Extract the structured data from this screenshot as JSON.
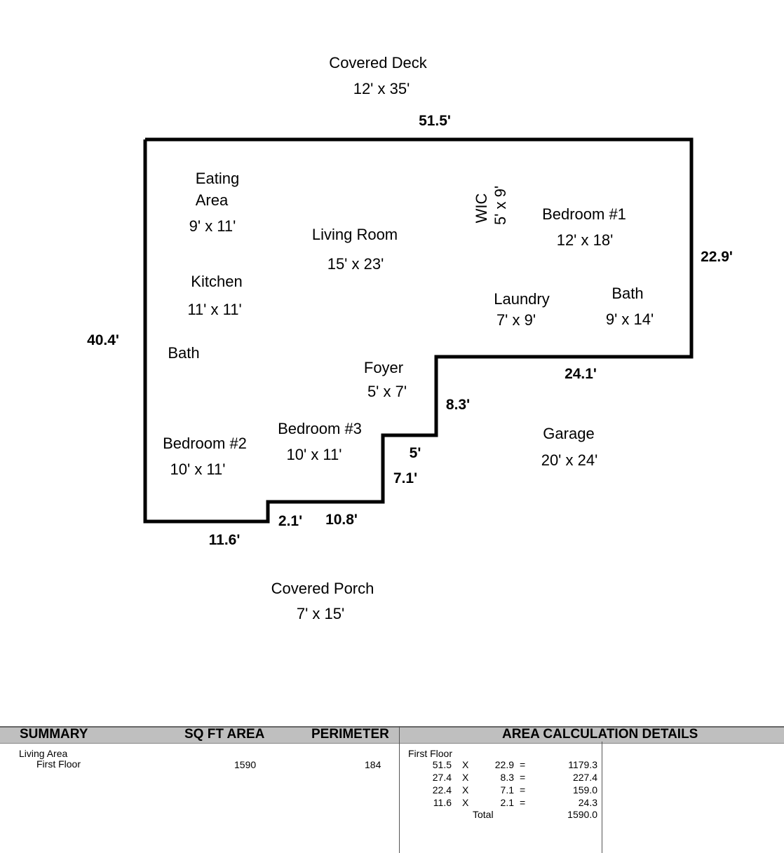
{
  "outside_labels": {
    "covered_deck": {
      "name": "Covered Deck",
      "size": "12' x 35'"
    },
    "garage": {
      "name": "Garage",
      "size": "20' x 24'"
    },
    "covered_porch": {
      "name": "Covered Porch",
      "size": "7' x 15'"
    }
  },
  "rooms": {
    "eating_area": {
      "name_line1": "Eating",
      "name_line2": "Area",
      "size": "9' x 11'"
    },
    "living_room": {
      "name": "Living Room",
      "size": "15' x 23'"
    },
    "wic": {
      "name": "WIC",
      "size": "5' x 9'"
    },
    "bedroom1": {
      "name": "Bedroom #1",
      "size": "12' x 18'"
    },
    "kitchen": {
      "name": "Kitchen",
      "size": "11' x 11'"
    },
    "laundry": {
      "name": "Laundry",
      "size": "7' x 9'"
    },
    "bath1": {
      "name": "Bath",
      "size": "9' x 14'"
    },
    "bath2": {
      "name": "Bath"
    },
    "foyer": {
      "name": "Foyer",
      "size": "5' x 7'"
    },
    "bedroom3": {
      "name": "Bedroom #3",
      "size": "10' x 11'"
    },
    "bedroom2": {
      "name": "Bedroom #2",
      "size": "10' x 11'"
    }
  },
  "dimensions": {
    "top": "51.5'",
    "right": "22.9'",
    "left": "40.4'",
    "garage_bottom": "24.1'",
    "step_vertical_1": "8.3'",
    "step_horizontal_1": "5'",
    "step_vertical_2": "7.1'",
    "bottom_mid": "10.8'",
    "bottom_step": "2.1'",
    "bottom_left": "11.6'"
  },
  "summary_table": {
    "headers": {
      "summary": "SUMMARY",
      "sq_ft_area": "SQ FT AREA",
      "perimeter": "PERIMETER",
      "area_calc_details": "AREA CALCULATION DETAILS"
    },
    "category": "Living Area",
    "floor": "First Floor",
    "sq_ft": "1590",
    "perimeter": "184",
    "details_title": "First Floor",
    "rows": [
      {
        "a": "51.5",
        "op": "X",
        "b": "22.9",
        "eq": "=",
        "result": "1179.3"
      },
      {
        "a": "27.4",
        "op": "X",
        "b": "8.3",
        "eq": "=",
        "result": "227.4"
      },
      {
        "a": "22.4",
        "op": "X",
        "b": "7.1",
        "eq": "=",
        "result": "159.0"
      },
      {
        "a": "11.6",
        "op": "X",
        "b": "2.1",
        "eq": "=",
        "result": "24.3"
      }
    ],
    "total_label": "Total",
    "total_value": "1590.0"
  }
}
